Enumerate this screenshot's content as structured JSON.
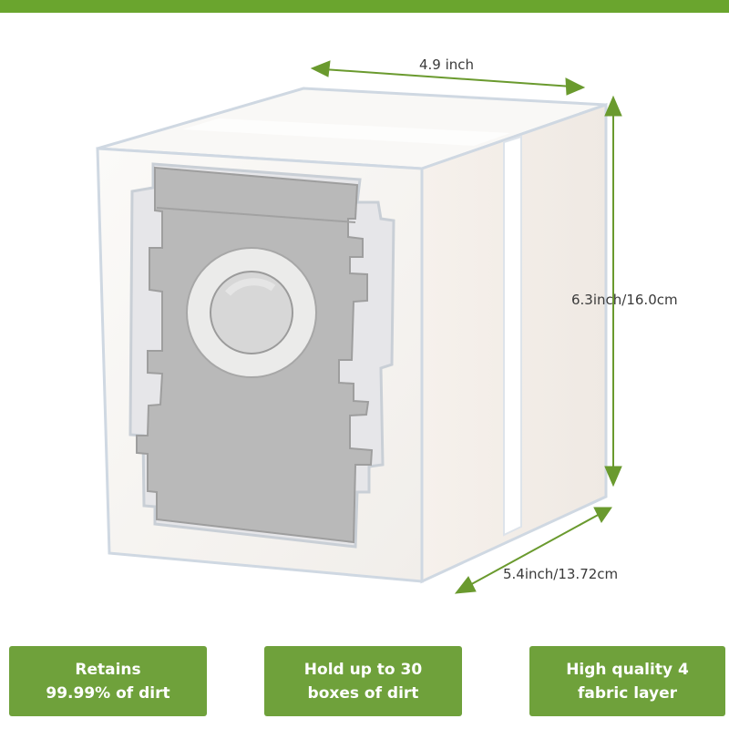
{
  "dimensions": {
    "width": "4.9 inch",
    "height": "6.3inch/16.0cm",
    "depth": "5.4inch/13.72cm"
  },
  "features": [
    {
      "line1": "Retains",
      "line2": "99.99% of dirt"
    },
    {
      "line1": "Hold up to 30",
      "line2": "boxes of dirt"
    },
    {
      "line1": "High quality 4",
      "line2": "fabric layer"
    }
  ],
  "colors": {
    "accent_green": "#6fa13b",
    "arrow_green": "#6a9a2e",
    "bag_white": "#f7f5f2",
    "collar_gray": "#b9b9b9"
  }
}
